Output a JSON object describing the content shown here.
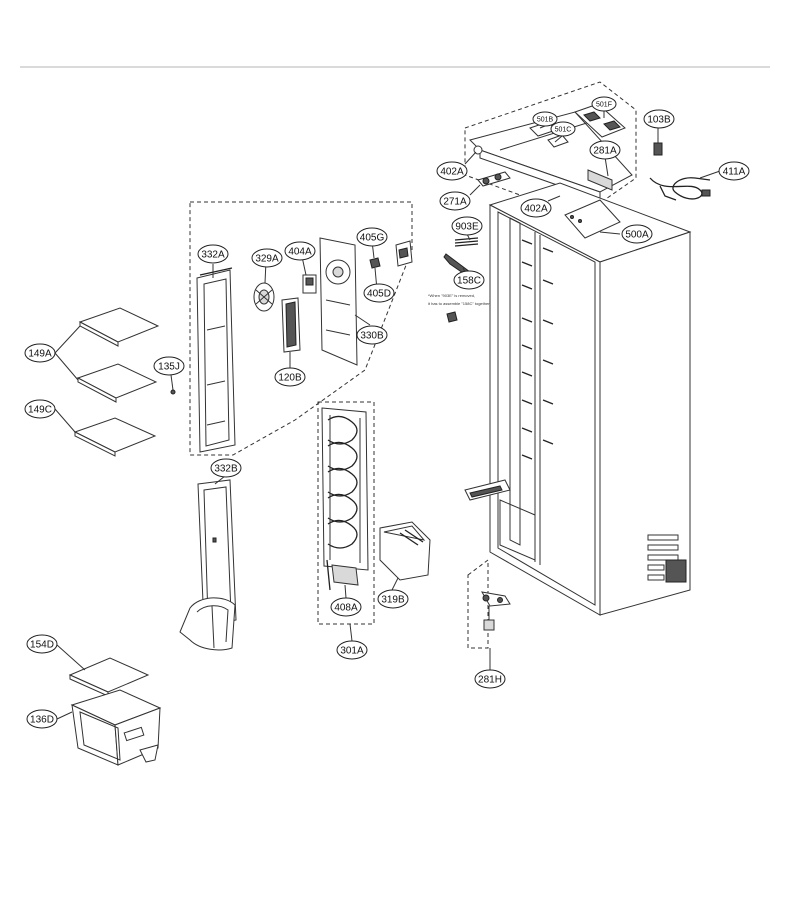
{
  "labels": {
    "l_501F": "501F",
    "l_501B": "501B",
    "l_501C": "501C",
    "l_103B": "103B",
    "l_281A": "281A",
    "l_402A_top": "402A",
    "l_411A": "411A",
    "l_271A": "271A",
    "l_402A_mid": "402A",
    "l_903E": "903E",
    "l_500A": "500A",
    "l_158C": "158C",
    "l_405G": "405G",
    "l_404A": "404A",
    "l_329A": "329A",
    "l_332A": "332A",
    "l_405D": "405D",
    "l_330B": "330B",
    "l_120B": "120B",
    "l_149A": "149A",
    "l_135J": "135J",
    "l_149C": "149C",
    "l_332B": "332B",
    "l_408A": "408A",
    "l_319B": "319B",
    "l_301A": "301A",
    "l_281H": "281H",
    "l_154D": "154D",
    "l_136D": "136D"
  },
  "notes": {
    "note_line1": "*When \"903E\" is removed,",
    "note_line2": "it has to assemble \"158C\" together."
  }
}
